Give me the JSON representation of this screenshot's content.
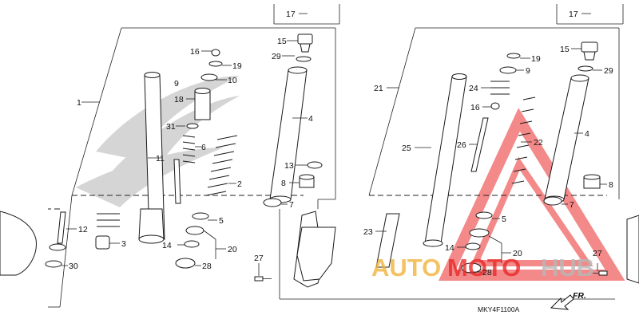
{
  "diagram_code": "MKY4F1100A",
  "front_arrow_label": "FR.",
  "watermark": {
    "left": "AUTO",
    "middle": "MOTO",
    "right": "HUB"
  },
  "colors": {
    "line": "#222222",
    "watermark_orange": "#f2b43c",
    "watermark_red": "#ea2a2a",
    "watermark_gray": "#b8b8b8"
  },
  "left_callouts": [
    "17",
    "15",
    "16",
    "29",
    "19",
    "9",
    "10",
    "18",
    "1",
    "31",
    "4",
    "6",
    "11",
    "2",
    "13",
    "8",
    "7",
    "12",
    "5",
    "3",
    "20",
    "14",
    "30",
    "28",
    "27"
  ],
  "right_callouts": [
    "17",
    "15",
    "19",
    "9",
    "29",
    "21",
    "24",
    "16",
    "4",
    "25",
    "26",
    "22",
    "8",
    "7",
    "5",
    "23",
    "14",
    "20",
    "27",
    "28"
  ]
}
